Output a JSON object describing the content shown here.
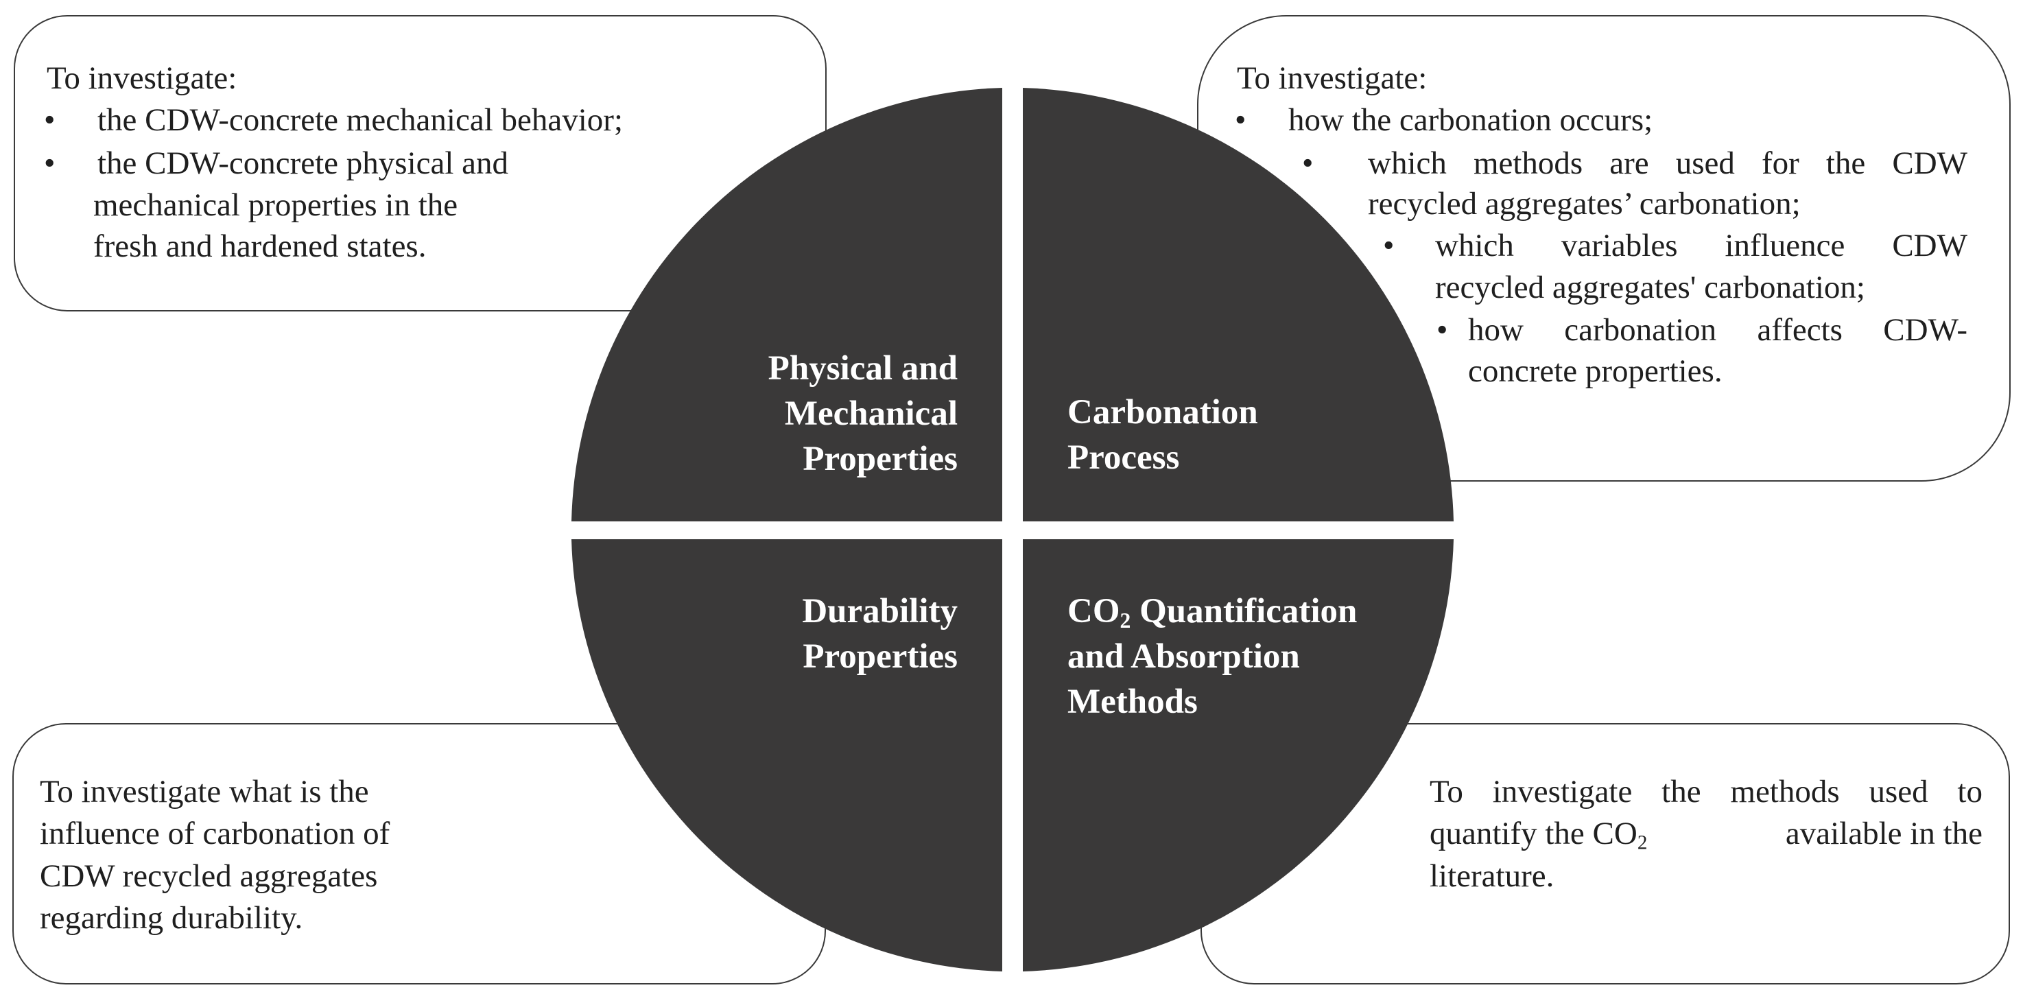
{
  "colors": {
    "quadrant_fill": "#3a3939",
    "box_border": "#3a3a3a",
    "label_text": "#ffffff",
    "body_text": "#1f1f1f"
  },
  "quadrants": {
    "top_left": {
      "line1": "Physical and",
      "line2": "Mechanical",
      "line3": "Properties"
    },
    "top_right": {
      "line1": "Carbonation",
      "line2": "Process"
    },
    "bottom_left": {
      "line1": "Durability",
      "line2": "Properties"
    },
    "bottom_right": {
      "co": "CO",
      "sub": "2",
      "line1_rest": " Quantification",
      "line2": "and Absorption",
      "line3": "Methods"
    }
  },
  "boxes": {
    "top_left": {
      "heading": "To investigate:",
      "bullet_symbol": "•",
      "item1": "the CDW-concrete mechanical behavior;",
      "item2_line1": "the CDW-concrete physical and",
      "item2_line2": "mechanical properties in the",
      "item2_line3": "fresh and hardened states."
    },
    "top_right": {
      "heading": "To investigate:",
      "bullet_symbol": "•",
      "item1": "how the carbonation occurs;",
      "item2_line1": "which methods are used for the CDW",
      "item2_line2": "recycled aggregates’ carbonation;",
      "item3_line1": "which variables influence CDW",
      "item3_line2": "recycled aggregates' carbonation;",
      "item4_line1": "how carbonation affects CDW-",
      "item4_line2": "concrete properties."
    },
    "bottom_left": {
      "line1": "To investigate what is the",
      "line2": "influence of  carbonation of",
      "line3": "CDW recycled aggregates",
      "line4": "regarding durability."
    },
    "bottom_right": {
      "line1": "To investigate the methods used to",
      "line2_a": "quantify the CO",
      "line2_sub": "2",
      "line2_b": " available in the",
      "line3": "literature."
    }
  }
}
